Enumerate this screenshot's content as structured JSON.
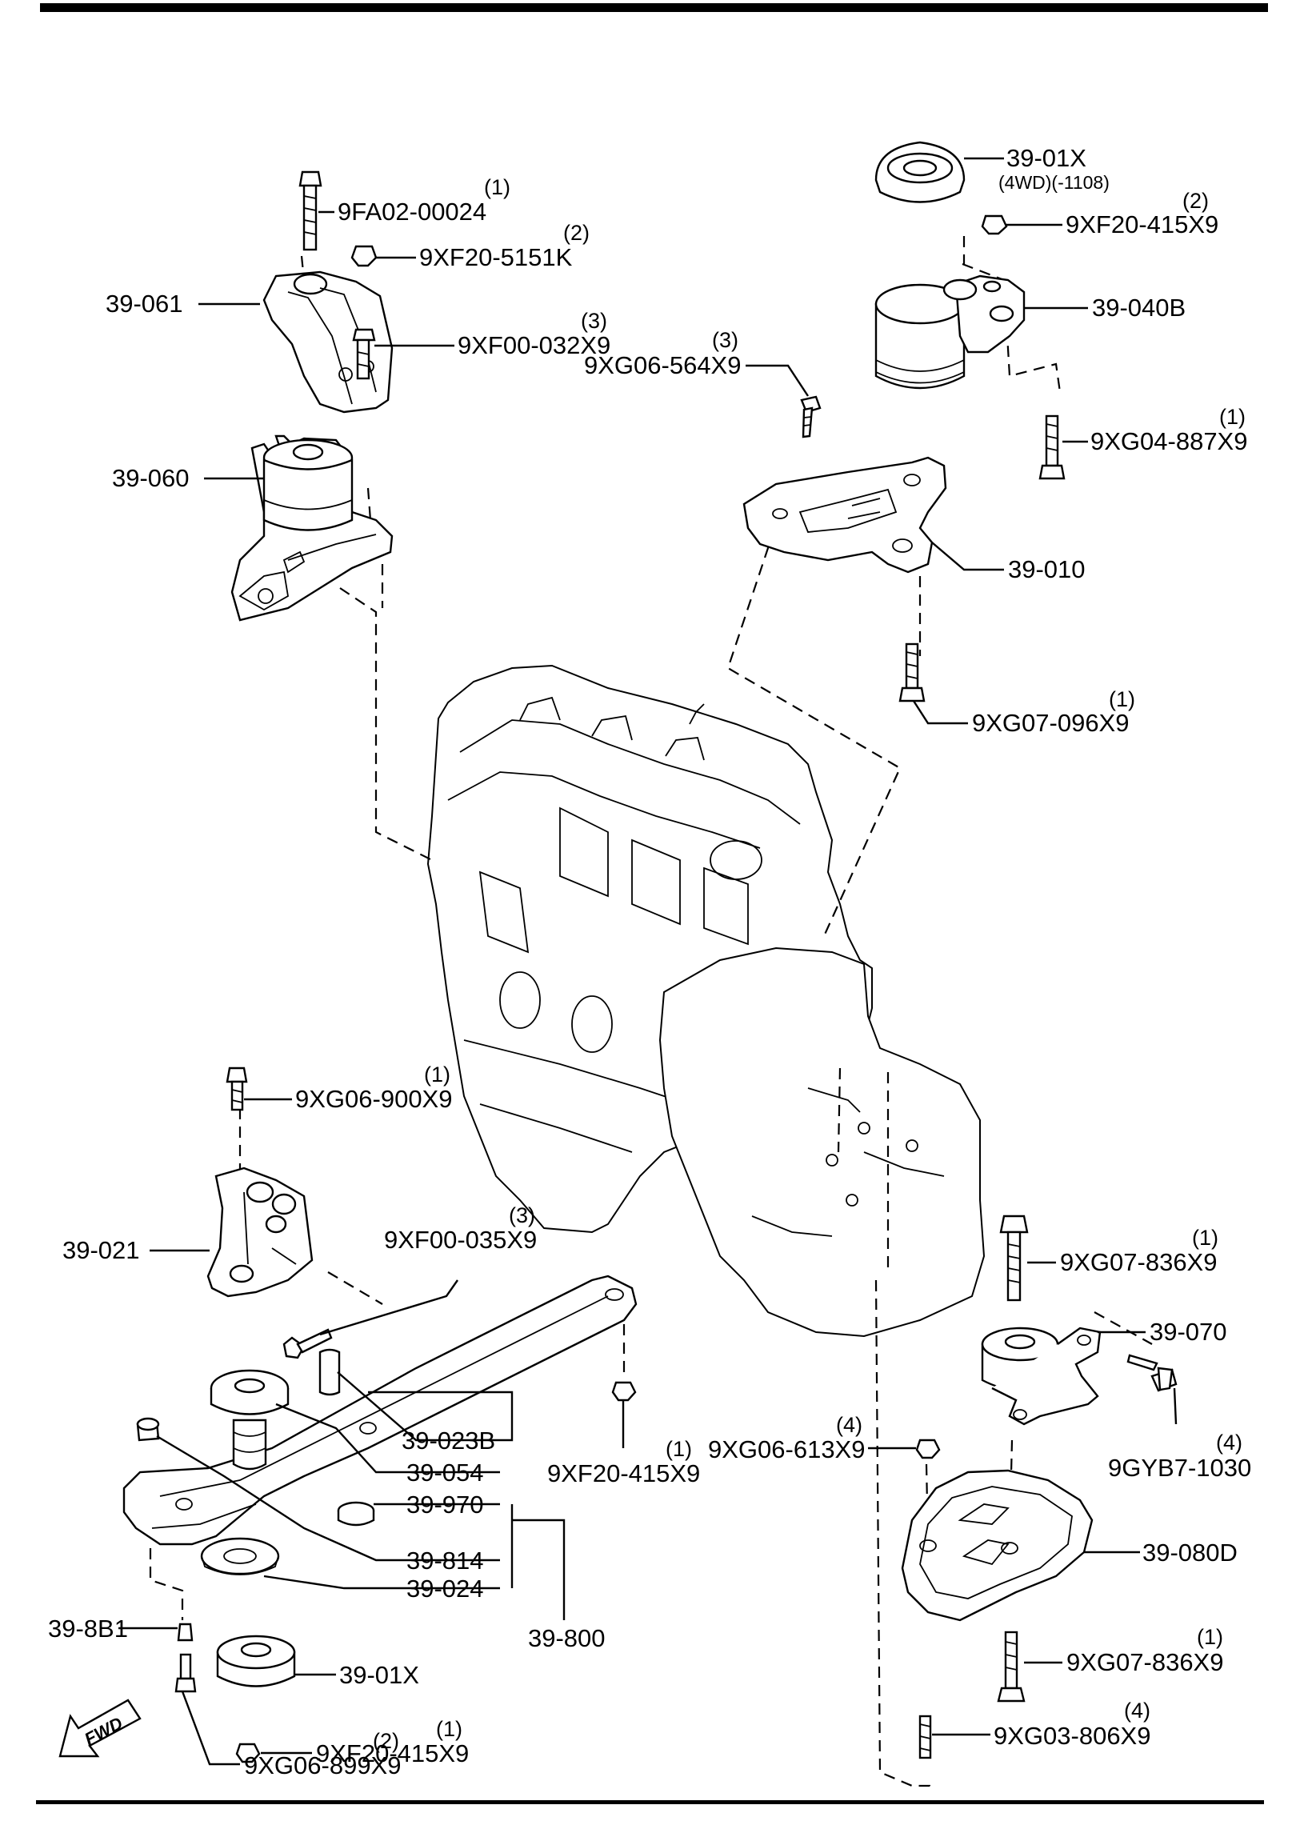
{
  "labels": {
    "p_39_01x_top": "39-01X",
    "p_39_01x_top_note": "(4WD)(-1108)",
    "p_9xf20_415x9_a": "9XF20-415X9",
    "p_9xf20_415x9_a_qty": "(2)",
    "p_39_040b": "39-040B",
    "p_9xg06_564x9": "9XG06-564X9",
    "p_9xg06_564x9_qty": "(3)",
    "p_9xg04_887x9": "9XG04-887X9",
    "p_9xg04_887x9_qty": "(1)",
    "p_39_010": "39-010",
    "p_9xg07_096x9": "9XG07-096X9",
    "p_9xg07_096x9_qty": "(1)",
    "p_9fa02_00024": "9FA02-00024",
    "p_9fa02_00024_qty": "(1)",
    "p_9xf20_5151k": "9XF20-5151K",
    "p_9xf20_5151k_qty": "(2)",
    "p_39_061": "39-061",
    "p_39_060": "39-060",
    "p_9xf00_032x9": "9XF00-032X9",
    "p_9xf00_032x9_qty": "(3)",
    "p_9xg06_900x9": "9XG06-900X9",
    "p_9xg06_900x9_qty": "(1)",
    "p_39_021": "39-021",
    "p_9xf00_035x9": "9XF00-035X9",
    "p_9xf00_035x9_qty": "(3)",
    "p_9xf20_415x9_b": "9XF20-415X9",
    "p_9xf20_415x9_b_qty": "(1)",
    "p_39_023b": "39-023B",
    "p_39_054": "39-054",
    "p_39_970": "39-970",
    "p_39_814": "39-814",
    "p_39_024": "39-024",
    "p_39_800": "39-800",
    "p_39_8b1": "39-8B1",
    "p_39_01x_bottom": "39-01X",
    "p_9xf20_415x9_c": "9XF20-415X9",
    "p_9xf20_415x9_c_qty": "(1)",
    "p_9xg06_899x9": "9XG06-899X9",
    "p_9xg06_899x9_qty": "(2)",
    "p_9xg07_836x9_a": "9XG07-836X9",
    "p_9xg07_836x9_a_qty": "(1)",
    "p_39_070": "39-070",
    "p_9gyb7_1030": "9GYB7-1030",
    "p_9gyb7_1030_qty": "(4)",
    "p_9xg06_613x9": "9XG06-613X9",
    "p_9xg06_613x9_qty": "(4)",
    "p_39_080d": "39-080D",
    "p_9xg07_836x9_b": "9XG07-836X9",
    "p_9xg07_836x9_b_qty": "(1)",
    "p_9xg03_806x9": "9XG03-806X9",
    "p_9xg03_806x9_qty": "(4)",
    "fwd": "FWD"
  }
}
